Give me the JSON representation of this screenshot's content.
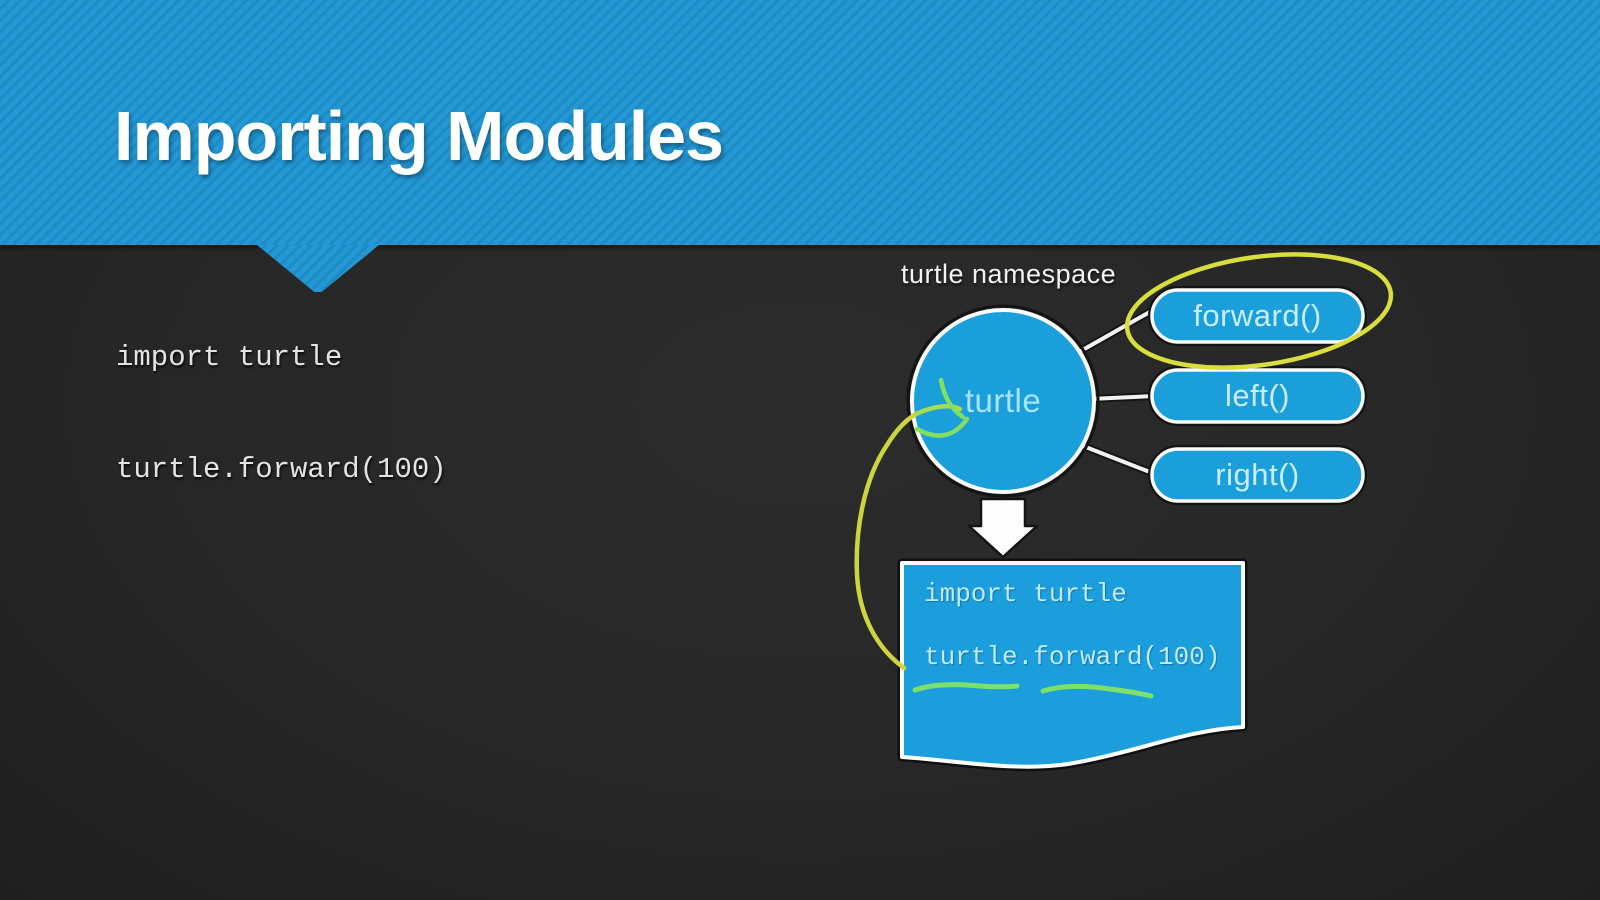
{
  "slide": {
    "title": "Importing Modules",
    "code": {
      "line1": "import turtle",
      "line2": "turtle.forward(100)"
    },
    "diagram": {
      "namespace_label": "turtle namespace",
      "module": "turtle",
      "functions": [
        "forward()",
        "left()",
        "right()"
      ],
      "script_box": {
        "line1": "import turtle",
        "line2": "turtle.forward(100)"
      },
      "annotations": [
        "hand-drawn-ellipse-around-forward",
        "hand-drawn-arrow-to-turtle",
        "hand-drawn-curve-to-script-box",
        "underline-under-turtle",
        "underline-under-forward-100"
      ]
    },
    "colors": {
      "header_blue": "#2398d5",
      "header_stripe_blue": "#1e8bc4",
      "shape_blue": "#1b9fdb",
      "background_dark": "#272727",
      "annotation_yellow": "#d9de3e",
      "annotation_green": "#7de062",
      "text_light_blue": "#bfeafa",
      "white": "#ffffff"
    }
  }
}
